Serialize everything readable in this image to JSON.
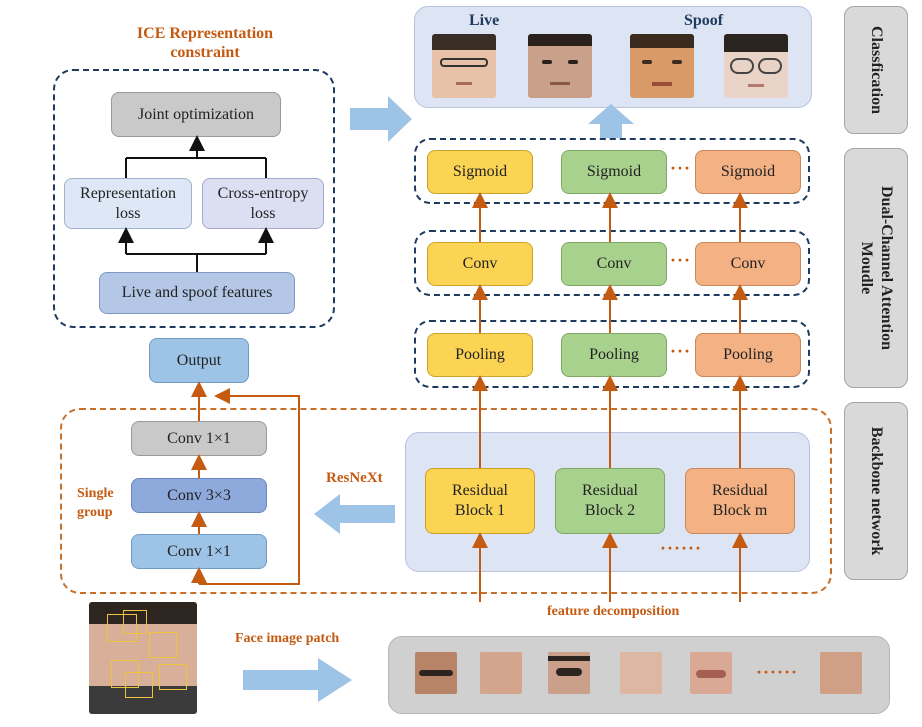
{
  "ice": {
    "title_line1": "ICE Representation",
    "title_line2": "constraint",
    "joint": "Joint optimization",
    "rep_loss_line1": "Representation",
    "rep_loss_line2": "loss",
    "ce_loss_line1": "Cross-entropy",
    "ce_loss_line2": "loss",
    "features": "Live and spoof features"
  },
  "output": "Output",
  "resnext": {
    "label": "ResNeXt",
    "single_group_line1": "Single",
    "single_group_line2": "group",
    "conv_top": "Conv 1×1",
    "conv_mid": "Conv 3×3",
    "conv_bot": "Conv 1×1"
  },
  "classification": {
    "live": "Live",
    "spoof": "Spoof"
  },
  "attention": {
    "sigmoid": [
      "Sigmoid",
      "Sigmoid",
      "Sigmoid"
    ],
    "conv": [
      "Conv",
      "Conv",
      "Conv"
    ],
    "pooling": [
      "Pooling",
      "Pooling",
      "Pooling"
    ],
    "dots": "···"
  },
  "residual": {
    "b1_line1": "Residual",
    "b1_line2": "Block 1",
    "b2_line1": "Residual",
    "b2_line2": "Block 2",
    "bm_line1": "Residual",
    "bm_line2": "Block m",
    "dots": "······"
  },
  "feature_decomposition": "feature decomposition",
  "face_image_patch": "Face image patch",
  "patch_dots": "······",
  "sidebar": {
    "classification": "Classfication",
    "attention": "Dual-Channel Attention Moudle",
    "backbone": "Backbone network"
  },
  "colors": {
    "arrow_orange": "#c55a11",
    "arrow_blue": "#9dc3e6",
    "navy": "#1f3a5f"
  }
}
